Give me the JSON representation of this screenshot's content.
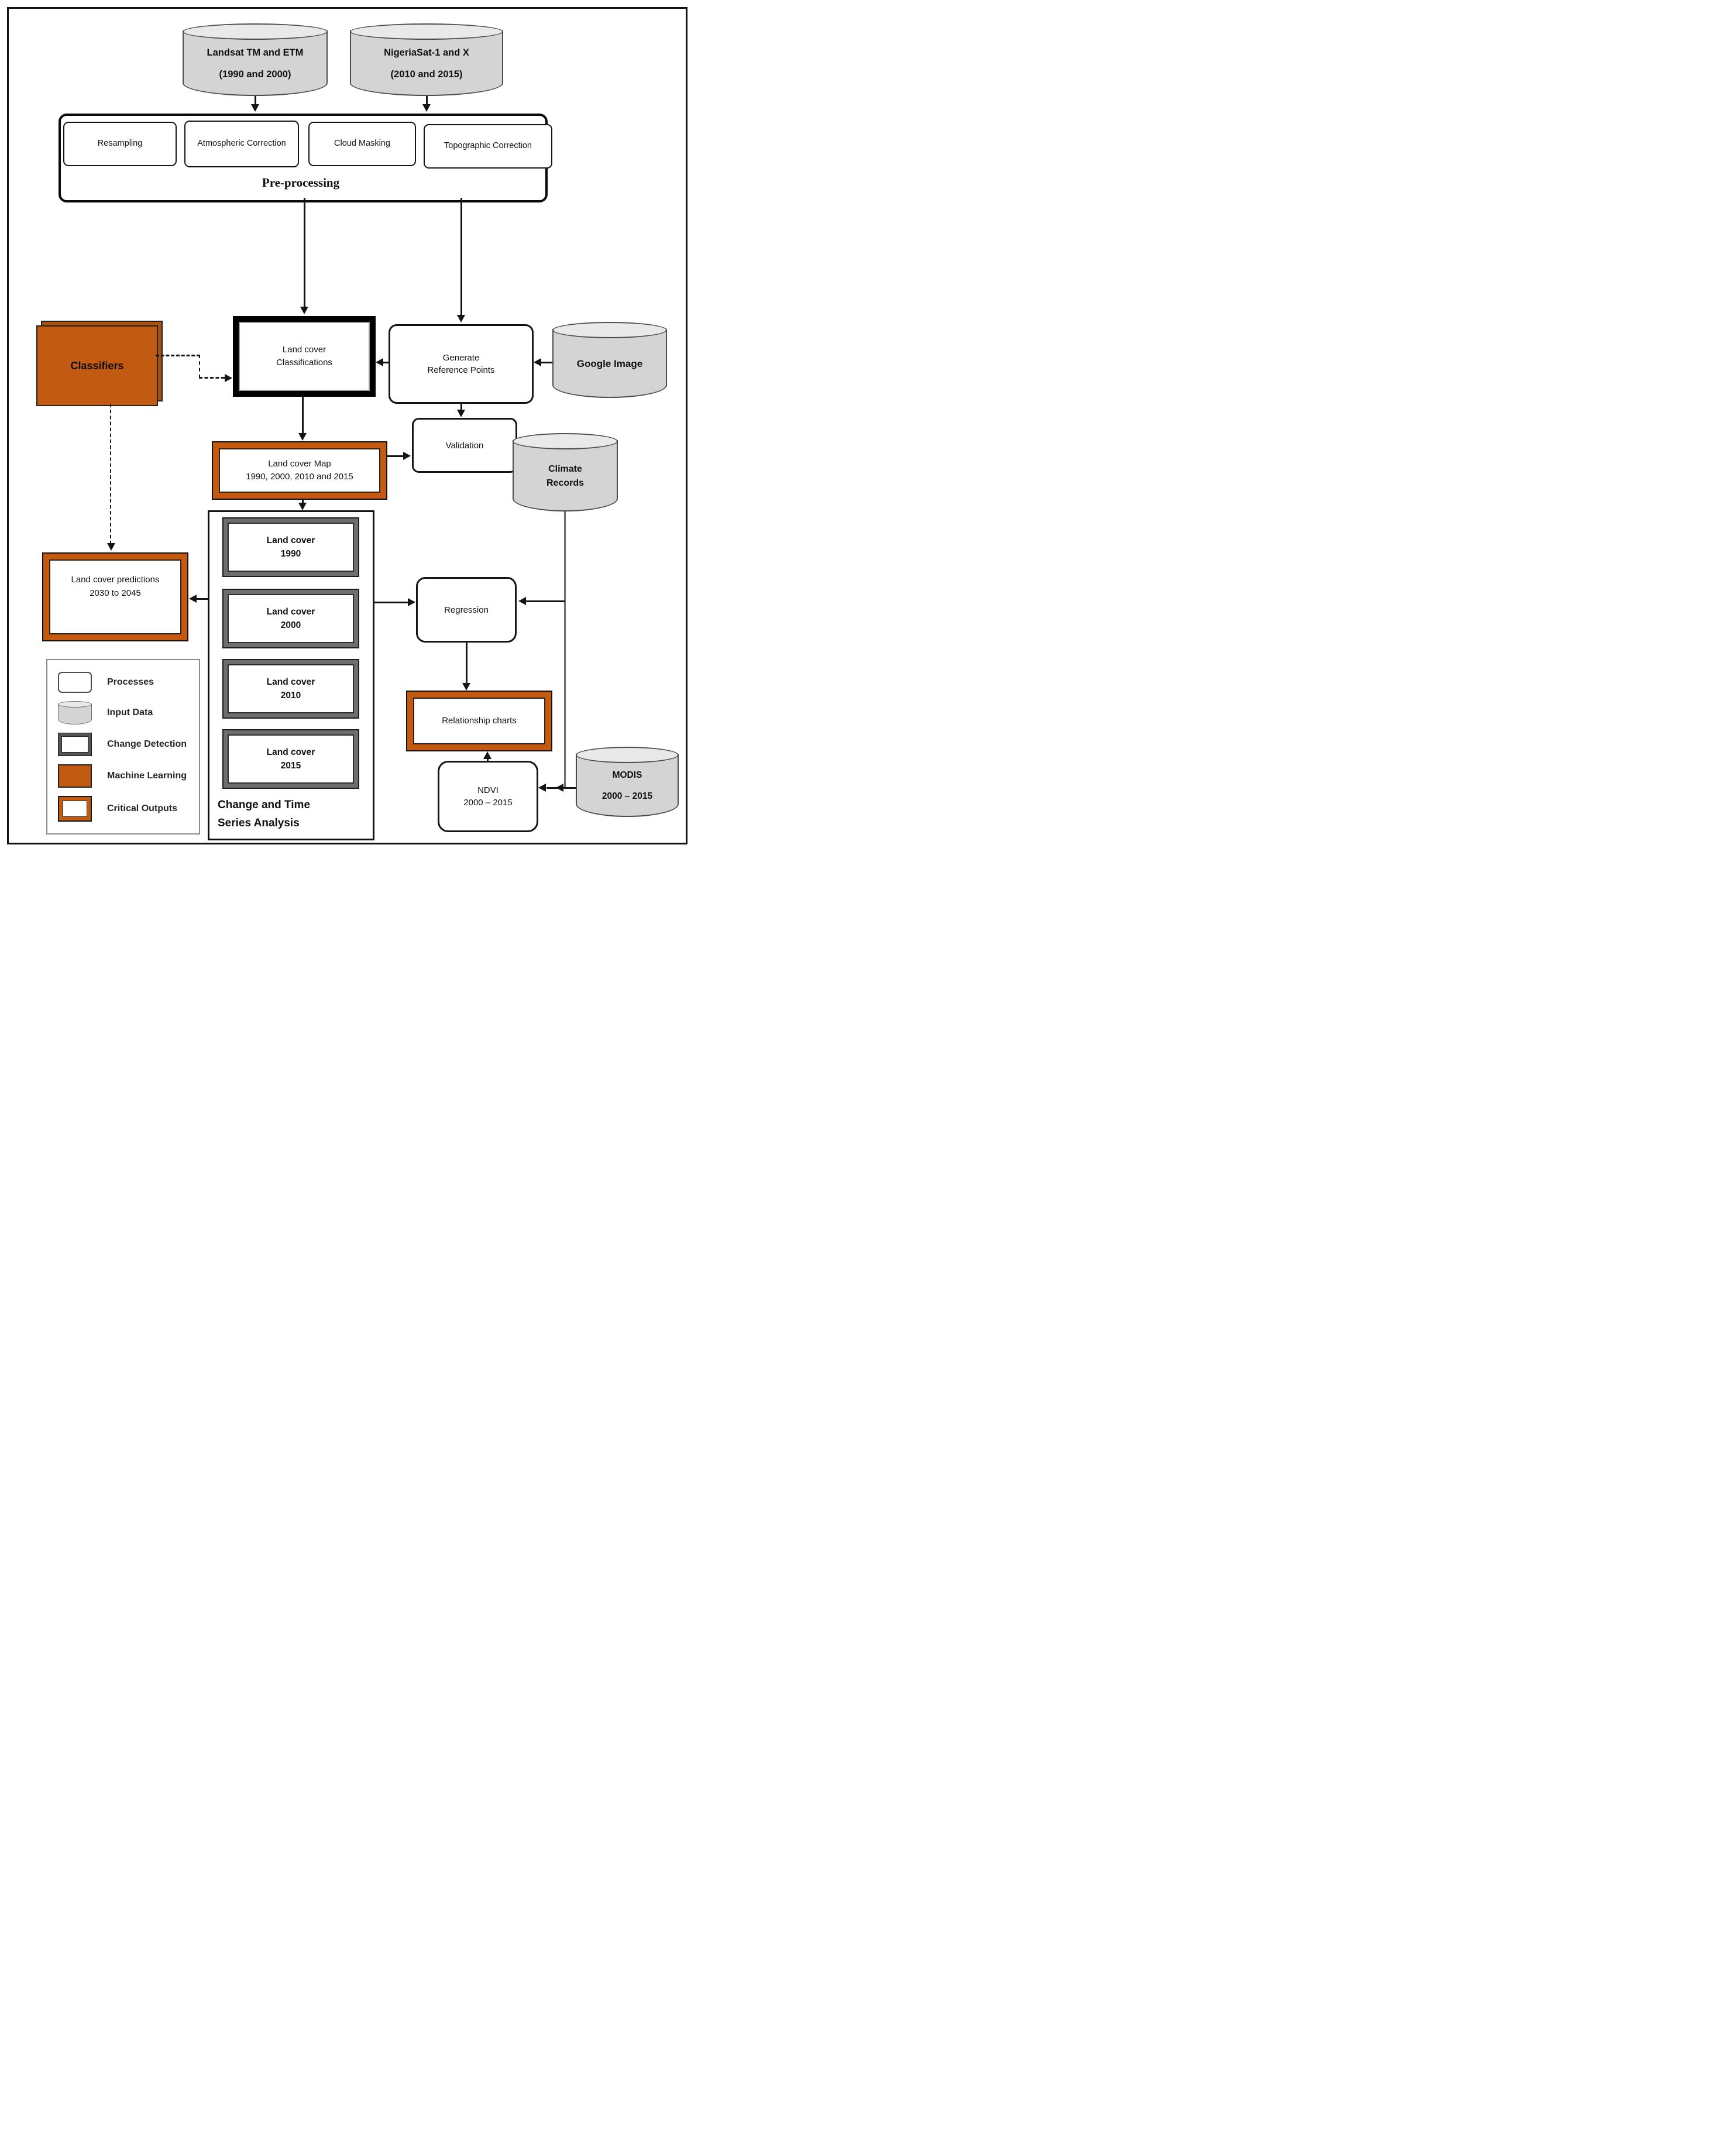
{
  "nodes": {
    "landsat": {
      "line1": "Landsat TM and ETM",
      "line2": "(1990 and 2000)"
    },
    "nigeriasat": {
      "line1": "NigeriaSat-1 and X",
      "line2": "(2010 and 2015)"
    },
    "preprocessing": {
      "label": "Pre-processing",
      "steps": [
        "Resampling",
        "Atmospheric Correction",
        "Cloud Masking",
        "Topographic Correction"
      ]
    },
    "classifiers": {
      "label": "Classifiers"
    },
    "land_cover_classifications": {
      "line1": "Land cover",
      "line2": "Classifications"
    },
    "generate_reference_points": {
      "line1": "Generate",
      "line2": "Reference Points"
    },
    "google_image": {
      "label": "Google Image"
    },
    "land_cover_map": {
      "line1": "Land cover Map",
      "line2": "1990, 2000, 2010 and 2015"
    },
    "validation": {
      "label": "Validation"
    },
    "climate_records": {
      "line1": "Climate",
      "line2": "Records"
    },
    "land_cover_predictions": {
      "line1": "Land cover predictions",
      "line2": "2030 to 2045"
    },
    "regression": {
      "label": "Regression"
    },
    "relationship_charts": {
      "label": "Relationship charts"
    },
    "ndvi": {
      "line1": "NDVI",
      "line2": "2000 – 2015"
    },
    "modis": {
      "line1": "MODIS",
      "line2": "2000 – 2015"
    },
    "change_time_series": {
      "label_line1": "Change and Time",
      "label_line2": "Series Analysis",
      "boxes": [
        {
          "line1": "Land cover",
          "line2": "1990"
        },
        {
          "line1": "Land cover",
          "line2": "2000"
        },
        {
          "line1": "Land cover",
          "line2": "2010"
        },
        {
          "line1": "Land cover",
          "line2": "2015"
        }
      ]
    }
  },
  "legend": {
    "items": [
      {
        "label": "Processes"
      },
      {
        "label": "Input Data"
      },
      {
        "label": "Change Detection"
      },
      {
        "label": "Machine Learning"
      },
      {
        "label": "Critical Outputs"
      }
    ]
  },
  "colors": {
    "machine_learning_orange": "#C25A11",
    "input_data_gray": "#D4D4D4",
    "change_detection_gray": "#6E6E6E"
  }
}
